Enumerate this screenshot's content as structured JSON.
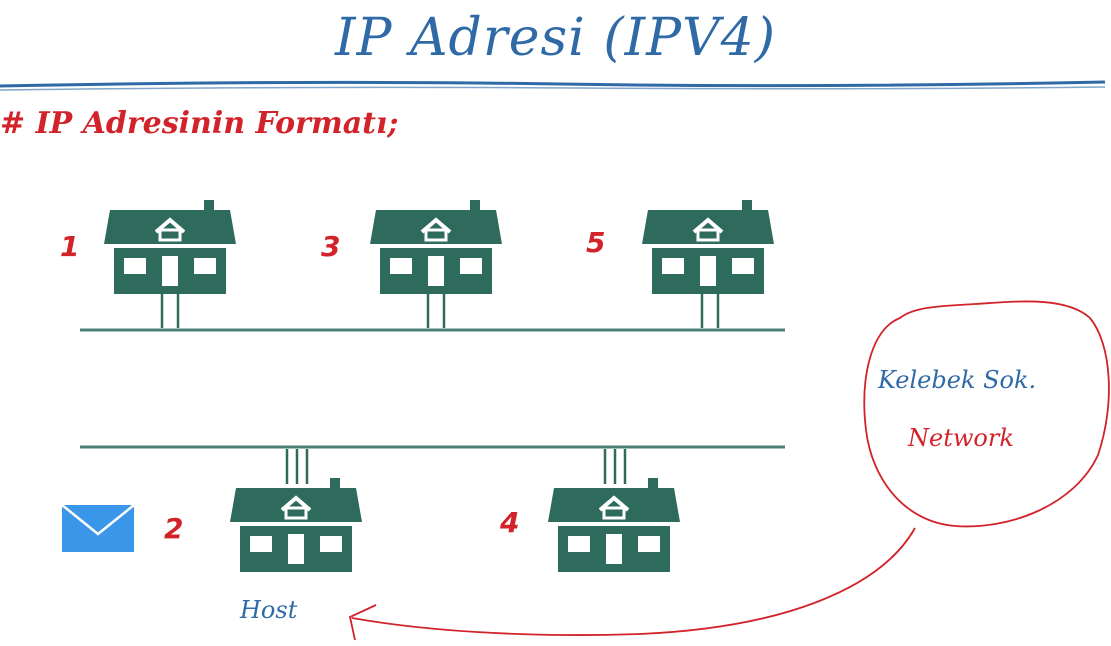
{
  "title": "IP Adresi (IPV4)",
  "subtitle": "# IP Adresinin Formatı;",
  "houses": [
    {
      "number": "1"
    },
    {
      "number": "3"
    },
    {
      "number": "5"
    },
    {
      "number": "2"
    },
    {
      "number": "4"
    }
  ],
  "labels": {
    "host": "Host",
    "street": "Kelebek Sok.",
    "network": "Network"
  },
  "colors": {
    "title": "#2f6aa6",
    "accent_red": "#d2232a",
    "house": "#2e6b5c",
    "envelope": "#3a96e8"
  },
  "icons": [
    "house-icon",
    "envelope-icon",
    "arrow-icon"
  ]
}
